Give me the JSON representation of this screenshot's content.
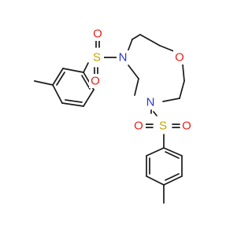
{
  "molecule": {
    "atom_labels": {
      "n_upper": "N",
      "n_lower": "N",
      "o_ring": "O",
      "s_upper": "S",
      "s_lower": "S",
      "o_s_upper_top": "O",
      "o_s_upper_bottom": "O",
      "o_s_lower_left": "O",
      "o_s_lower_right": "O"
    },
    "colors": {
      "nitrogen": "#2b35d6",
      "oxygen": "#e8201a",
      "sulfur": "#c8a400",
      "bond": "#1a1a1a"
    }
  }
}
